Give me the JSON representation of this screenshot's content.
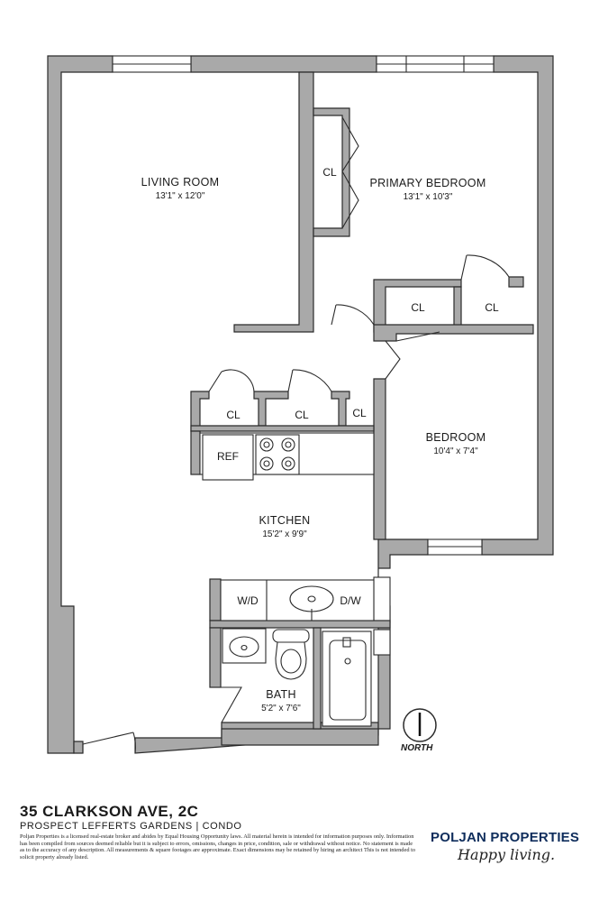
{
  "rooms": {
    "living_room": {
      "name": "LIVING ROOM",
      "dims": "13'1\" x 12'0\""
    },
    "primary_bedroom": {
      "name": "PRIMARY BEDROOM",
      "dims": "13'1\" x 10'3\""
    },
    "bedroom": {
      "name": "BEDROOM",
      "dims": "10'4\" x 7'4\""
    },
    "kitchen": {
      "name": "KITCHEN",
      "dims": "15'2\" x 9'9\""
    },
    "bath": {
      "name": "BATH",
      "dims": "5'2\" x 7'6\""
    }
  },
  "fixtures": {
    "closet": "CL",
    "ref": "REF",
    "washer_dryer": "W/D",
    "dishwasher": "D/W"
  },
  "compass": {
    "label": "NORTH"
  },
  "footer": {
    "address": "35 CLARKSON AVE, 2C",
    "subtitle": "PROSPECT LEFFERTS GARDENS  |  CONDO",
    "disclaimer": "Poljan Properties is a licensed real-estate broker and abides by Equal Housing Opportunity laws. All material herein is intended for information purposes only. Information has been compiled from sources deemed reliable but it is subject to errors, omissions, changes in price, condition, sale or withdrawal without notice. No statement is made as to the accuracy of any description. All measurements & square footages are approximate. Exact dimensions may be retained by hiring an architect This is not intended to solicit property already listed.",
    "brand": "POLJAN PROPERTIES",
    "tagline": "Happy living."
  }
}
